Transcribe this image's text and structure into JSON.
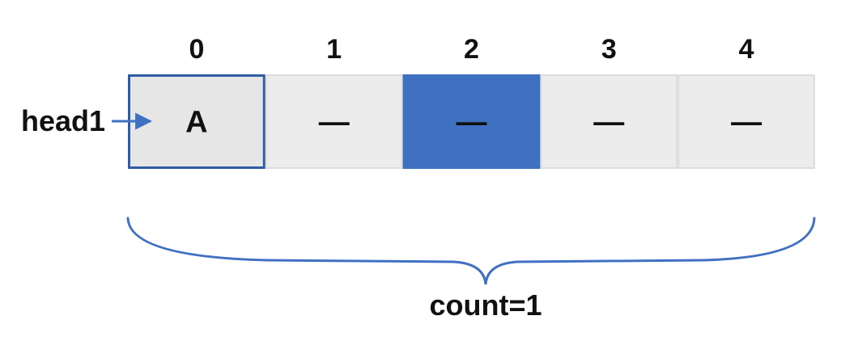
{
  "array": {
    "cells": [
      {
        "index": "0",
        "value": "A",
        "state": "occupied"
      },
      {
        "index": "1",
        "value": "—",
        "state": "empty"
      },
      {
        "index": "2",
        "value": "—",
        "state": "highlighted"
      },
      {
        "index": "3",
        "value": "—",
        "state": "empty"
      },
      {
        "index": "4",
        "value": "—",
        "state": "empty"
      }
    ]
  },
  "pointer": {
    "label": "head1",
    "target_index": 0
  },
  "brace": {
    "label": "count=1"
  },
  "colors": {
    "accent": "#3f70c2",
    "cell_fill": "#ececec",
    "cell_stroke": "#dcdcdc",
    "occupied_fill": "#e6e6e6",
    "occupied_stroke": "#2f5aa6",
    "dash_dark": "#333333",
    "dash_light": "#ffffff",
    "text": "#111111"
  }
}
